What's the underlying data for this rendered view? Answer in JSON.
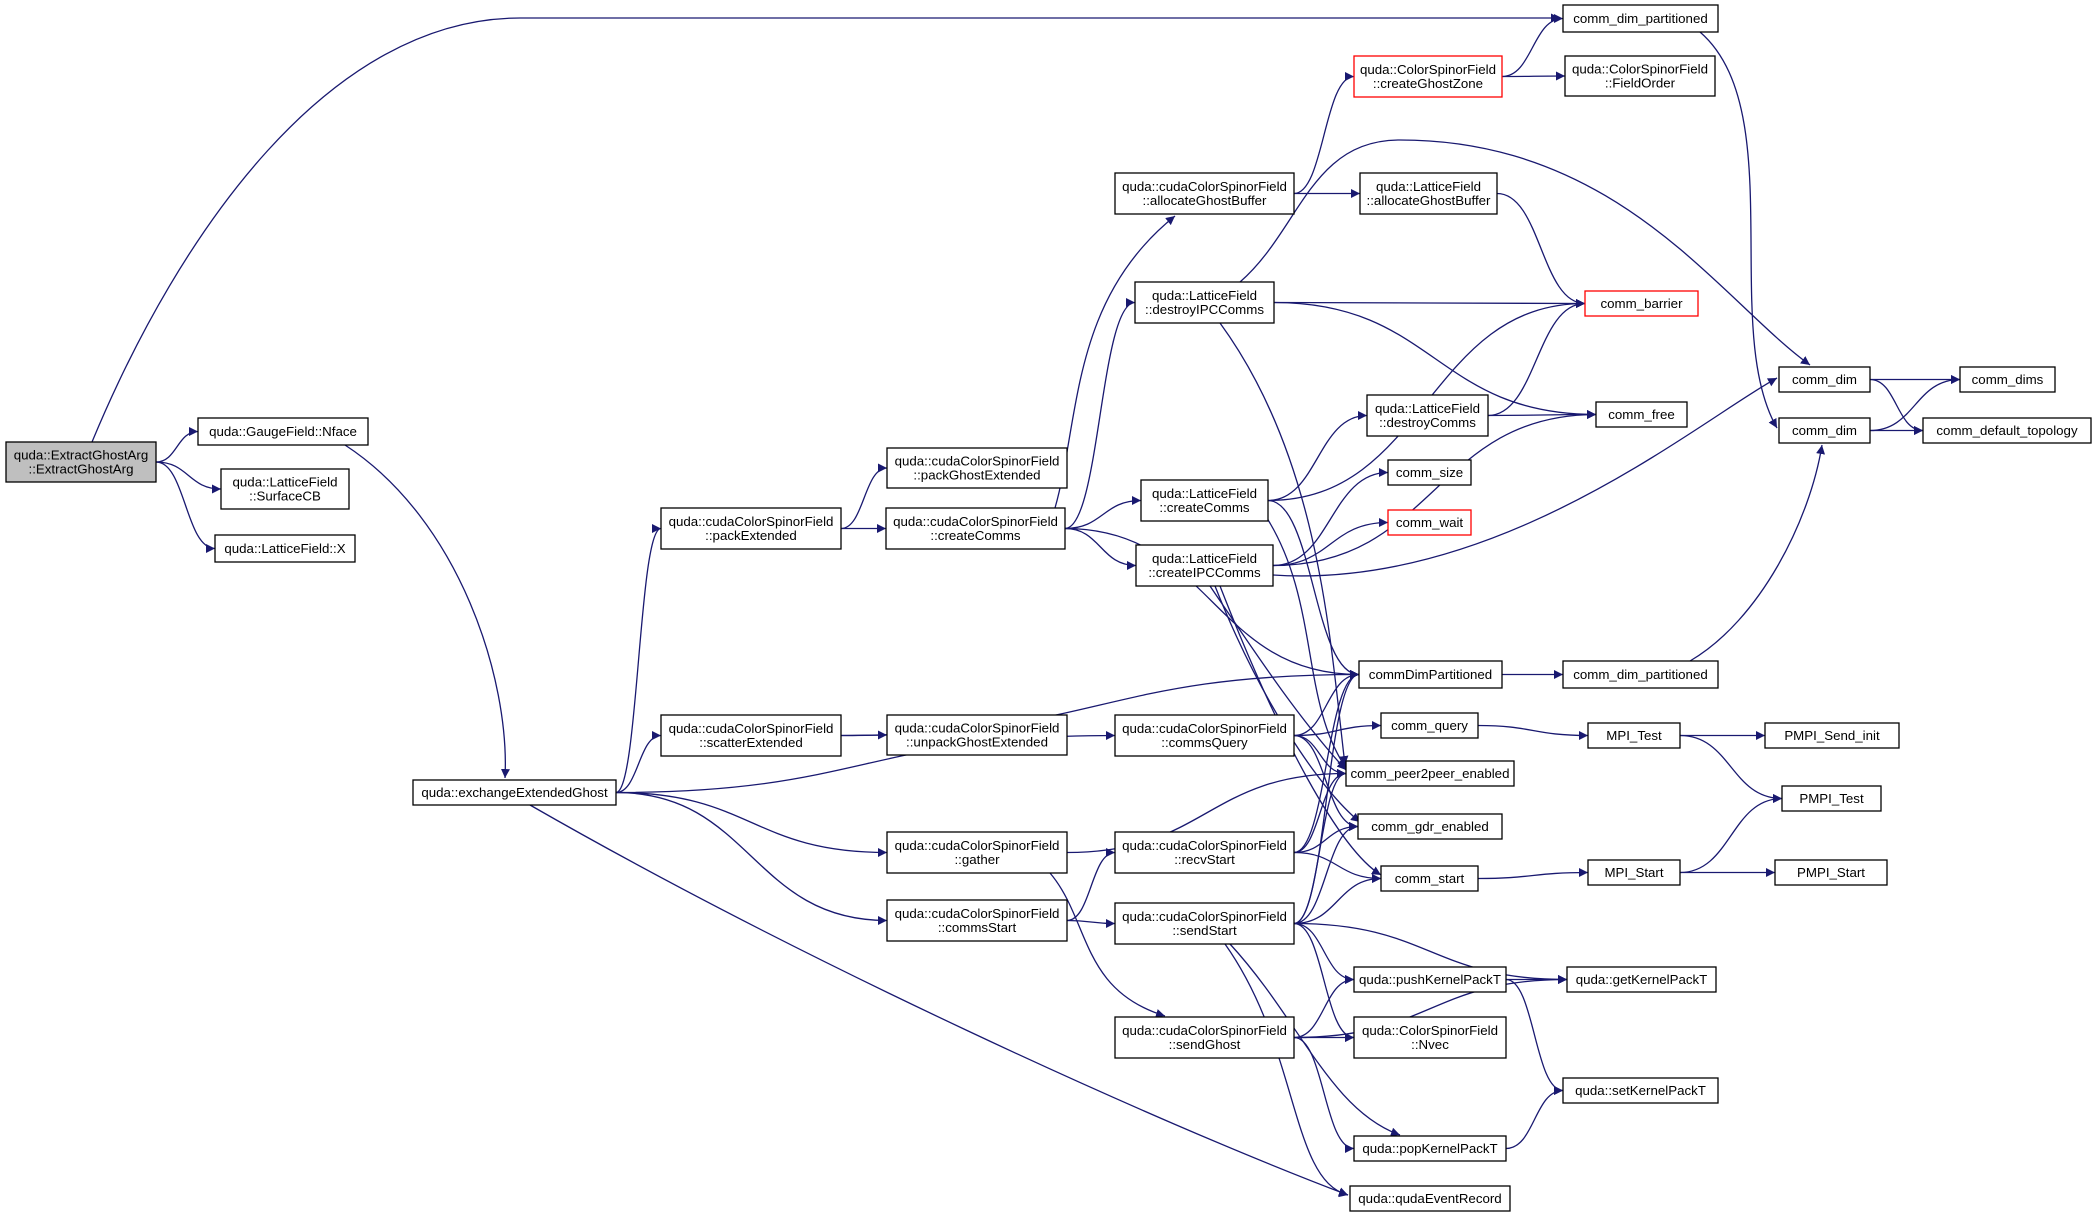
{
  "colors": {
    "edge": "#191970",
    "root_fill": "#bfbfbf",
    "red_border": "#ff0000",
    "node_border": "#000000"
  },
  "nodes": [
    {
      "id": "root",
      "lines": [
        "quda::ExtractGhostArg",
        "::ExtractGhostArg"
      ],
      "style": "root"
    },
    {
      "id": "nface",
      "lines": [
        "quda::GaugeField::Nface"
      ]
    },
    {
      "id": "surfacecb",
      "lines": [
        "quda::LatticeField",
        "::SurfaceCB"
      ]
    },
    {
      "id": "lfx",
      "lines": [
        "quda::LatticeField::X"
      ]
    },
    {
      "id": "cdp_top",
      "lines": [
        "comm_dim_partitioned"
      ]
    },
    {
      "id": "exch",
      "lines": [
        "quda::exchangeExtendedGhost"
      ]
    },
    {
      "id": "packext",
      "lines": [
        "quda::cudaColorSpinorField",
        "::packExtended"
      ]
    },
    {
      "id": "packghost",
      "lines": [
        "quda::cudaColorSpinorField",
        "::packGhostExtended"
      ]
    },
    {
      "id": "cc",
      "lines": [
        "quda::cudaColorSpinorField",
        "::createComms"
      ]
    },
    {
      "id": "scatter",
      "lines": [
        "quda::cudaColorSpinorField",
        "::scatterExtended"
      ]
    },
    {
      "id": "unpack",
      "lines": [
        "quda::cudaColorSpinorField",
        "::unpackGhostExtended"
      ]
    },
    {
      "id": "gather",
      "lines": [
        "quda::cudaColorSpinorField",
        "::gather"
      ]
    },
    {
      "id": "commsstart",
      "lines": [
        "quda::cudaColorSpinorField",
        "::commsStart"
      ]
    },
    {
      "id": "agb",
      "lines": [
        "quda::cudaColorSpinorField",
        "::allocateGhostBuffer"
      ]
    },
    {
      "id": "dipc",
      "lines": [
        "quda::LatticeField",
        "::destroyIPCComms"
      ]
    },
    {
      "id": "lcc",
      "lines": [
        "quda::LatticeField",
        "::createComms"
      ]
    },
    {
      "id": "cipc",
      "lines": [
        "quda::LatticeField",
        "::createIPCComms"
      ]
    },
    {
      "id": "cq",
      "lines": [
        "quda::cudaColorSpinorField",
        "::commsQuery"
      ]
    },
    {
      "id": "recv",
      "lines": [
        "quda::cudaColorSpinorField",
        "::recvStart"
      ]
    },
    {
      "id": "send",
      "lines": [
        "quda::cudaColorSpinorField",
        "::sendStart"
      ]
    },
    {
      "id": "sendghost",
      "lines": [
        "quda::cudaColorSpinorField",
        "::sendGhost"
      ]
    },
    {
      "id": "cgz",
      "lines": [
        "quda::ColorSpinorField",
        "::createGhostZone"
      ],
      "style": "red"
    },
    {
      "id": "fo",
      "lines": [
        "quda::ColorSpinorField",
        "::FieldOrder"
      ]
    },
    {
      "id": "lagb",
      "lines": [
        "quda::LatticeField",
        "::allocateGhostBuffer"
      ]
    },
    {
      "id": "barrier",
      "lines": [
        "comm_barrier"
      ],
      "style": "red"
    },
    {
      "id": "ldc",
      "lines": [
        "quda::LatticeField",
        "::destroyComms"
      ]
    },
    {
      "id": "free",
      "lines": [
        "comm_free"
      ]
    },
    {
      "id": "size",
      "lines": [
        "comm_size"
      ]
    },
    {
      "id": "wait",
      "lines": [
        "comm_wait"
      ],
      "style": "red"
    },
    {
      "id": "cdpart",
      "lines": [
        "commDimPartitioned"
      ]
    },
    {
      "id": "cdp2",
      "lines": [
        "comm_dim_partitioned"
      ]
    },
    {
      "id": "query",
      "lines": [
        "comm_query"
      ]
    },
    {
      "id": "p2p",
      "lines": [
        "comm_peer2peer_enabled"
      ]
    },
    {
      "id": "gdr",
      "lines": [
        "comm_gdr_enabled"
      ]
    },
    {
      "id": "cstart",
      "lines": [
        "comm_start"
      ]
    },
    {
      "id": "push",
      "lines": [
        "quda::pushKernelPackT"
      ]
    },
    {
      "id": "nvec",
      "lines": [
        "quda::ColorSpinorField",
        "::Nvec"
      ]
    },
    {
      "id": "pop",
      "lines": [
        "quda::popKernelPackT"
      ]
    },
    {
      "id": "event",
      "lines": [
        "quda::qudaEventRecord"
      ]
    },
    {
      "id": "dim1",
      "lines": [
        "comm_dim"
      ]
    },
    {
      "id": "dim2",
      "lines": [
        "comm_dim"
      ]
    },
    {
      "id": "dims",
      "lines": [
        "comm_dims"
      ]
    },
    {
      "id": "topo",
      "lines": [
        "comm_default_topology"
      ]
    },
    {
      "id": "mpitest",
      "lines": [
        "MPI_Test"
      ]
    },
    {
      "id": "pmpisendinit",
      "lines": [
        "PMPI_Send_init"
      ]
    },
    {
      "id": "pmpitest",
      "lines": [
        "PMPI_Test"
      ]
    },
    {
      "id": "mpistart",
      "lines": [
        "MPI_Start"
      ]
    },
    {
      "id": "pmpistart",
      "lines": [
        "PMPI_Start"
      ]
    },
    {
      "id": "getkpt",
      "lines": [
        "quda::getKernelPackT"
      ]
    },
    {
      "id": "setkpt",
      "lines": [
        "quda::setKernelPackT"
      ]
    }
  ],
  "edges": [
    [
      "root",
      "nface"
    ],
    [
      "root",
      "surfacecb"
    ],
    [
      "root",
      "lfx"
    ],
    [
      "root",
      "cdp_top"
    ],
    [
      "nface",
      "exch"
    ],
    [
      "exch",
      "packext"
    ],
    [
      "exch",
      "scatter"
    ],
    [
      "exch",
      "cq"
    ],
    [
      "exch",
      "gather"
    ],
    [
      "exch",
      "commsstart"
    ],
    [
      "exch",
      "event"
    ],
    [
      "packext",
      "packghost"
    ],
    [
      "packext",
      "cc"
    ],
    [
      "cc",
      "agb"
    ],
    [
      "cc",
      "dipc"
    ],
    [
      "cc",
      "lcc"
    ],
    [
      "cc",
      "cipc"
    ],
    [
      "cc",
      "cdpart"
    ],
    [
      "scatter",
      "unpack"
    ],
    [
      "scatter",
      "cdpart"
    ],
    [
      "agb",
      "cgz"
    ],
    [
      "agb",
      "lagb"
    ],
    [
      "cgz",
      "cdp_top"
    ],
    [
      "cgz",
      "fo"
    ],
    [
      "lagb",
      "barrier"
    ],
    [
      "dipc",
      "barrier"
    ],
    [
      "dipc",
      "free"
    ],
    [
      "dipc",
      "dim1"
    ],
    [
      "dipc",
      "p2p"
    ],
    [
      "lcc",
      "ldc"
    ],
    [
      "lcc",
      "barrier"
    ],
    [
      "lcc",
      "cdpart"
    ],
    [
      "lcc",
      "p2p"
    ],
    [
      "ldc",
      "barrier"
    ],
    [
      "ldc",
      "free"
    ],
    [
      "cipc",
      "size"
    ],
    [
      "cipc",
      "wait"
    ],
    [
      "cipc",
      "free"
    ],
    [
      "cipc",
      "dim1"
    ],
    [
      "cipc",
      "p2p"
    ],
    [
      "cipc",
      "gdr"
    ],
    [
      "cipc",
      "cstart"
    ],
    [
      "cq",
      "query"
    ],
    [
      "cq",
      "cdpart"
    ],
    [
      "cq",
      "p2p"
    ],
    [
      "cq",
      "gdr"
    ],
    [
      "gather",
      "p2p"
    ],
    [
      "gather",
      "sendghost"
    ],
    [
      "commsstart",
      "recv"
    ],
    [
      "commsstart",
      "send"
    ],
    [
      "recv",
      "cdpart"
    ],
    [
      "recv",
      "p2p"
    ],
    [
      "recv",
      "gdr"
    ],
    [
      "recv",
      "cstart"
    ],
    [
      "send",
      "cdpart"
    ],
    [
      "send",
      "p2p"
    ],
    [
      "send",
      "gdr"
    ],
    [
      "send",
      "cstart"
    ],
    [
      "send",
      "push"
    ],
    [
      "send",
      "nvec"
    ],
    [
      "send",
      "pop"
    ],
    [
      "send",
      "getkpt"
    ],
    [
      "send",
      "event"
    ],
    [
      "sendghost",
      "push"
    ],
    [
      "sendghost",
      "nvec"
    ],
    [
      "sendghost",
      "pop"
    ],
    [
      "sendghost",
      "getkpt"
    ],
    [
      "cdpart",
      "cdp2"
    ],
    [
      "cdp2",
      "dim2"
    ],
    [
      "cdp_top",
      "dim2"
    ],
    [
      "dim1",
      "dims"
    ],
    [
      "dim1",
      "topo"
    ],
    [
      "dim2",
      "dims"
    ],
    [
      "dim2",
      "topo"
    ],
    [
      "query",
      "mpitest"
    ],
    [
      "mpitest",
      "pmpisendinit"
    ],
    [
      "mpitest",
      "pmpitest"
    ],
    [
      "cstart",
      "mpistart"
    ],
    [
      "mpistart",
      "pmpitest"
    ],
    [
      "mpistart",
      "pmpistart"
    ],
    [
      "push",
      "getkpt"
    ],
    [
      "push",
      "setkpt"
    ],
    [
      "pop",
      "setkpt"
    ]
  ]
}
